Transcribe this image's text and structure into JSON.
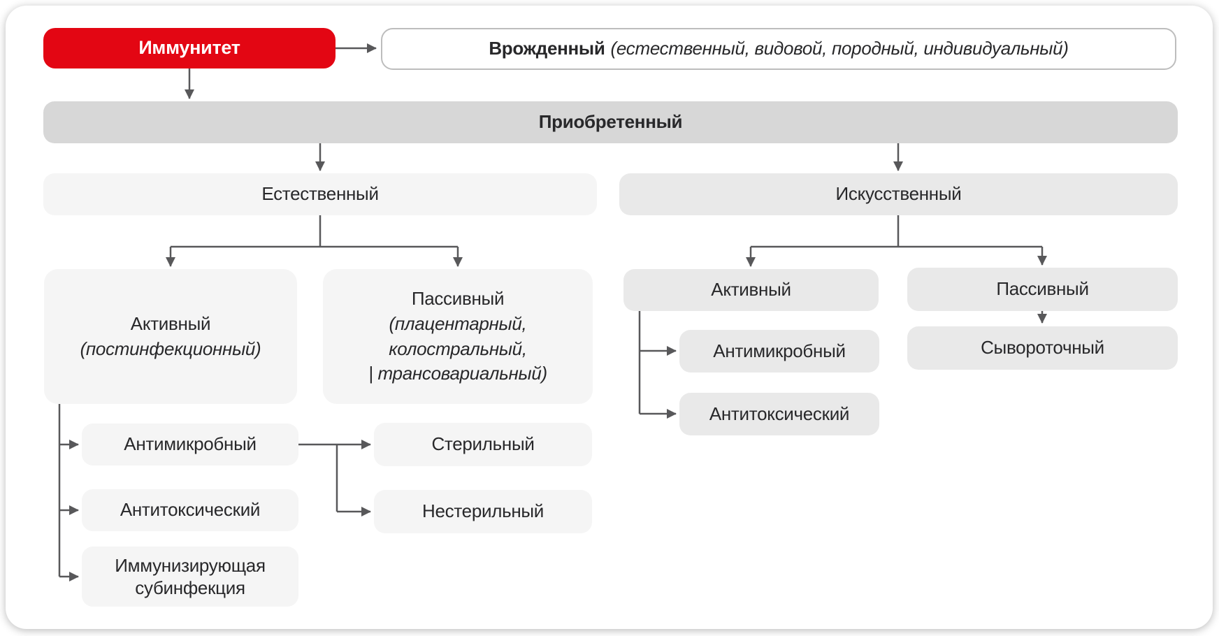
{
  "diagram": {
    "root": {
      "label": "Иммунитет"
    },
    "vrozhdenny": {
      "title": "Врожденный",
      "subtitle": "(естественный, видовой, породный, индивидуальный)"
    },
    "priobretenny": {
      "label": "Приобретенный"
    },
    "estestvenny": {
      "label": "Естественный"
    },
    "iskusstvenny": {
      "label": "Искусственный"
    },
    "nat_aktivny": {
      "line1": "Активный",
      "line2": "(постинфекционный)"
    },
    "nat_passivny": {
      "line1": "Пассивный",
      "line2": "(плацентарный,",
      "line3": "колостральный,",
      "line4": "| трансовариальный)"
    },
    "nat_antimikrobny": {
      "label": "Антимикробный"
    },
    "nat_antitoksichesky": {
      "label": "Антитоксический"
    },
    "immuniziruyushchaya": {
      "line1": "Иммунизирующая",
      "line2": "субинфекция"
    },
    "sterilny": {
      "label": "Стерильный"
    },
    "nesterilny": {
      "label": "Нестерильный"
    },
    "isk_aktivny": {
      "label": "Активный"
    },
    "isk_passivny": {
      "label": "Пассивный"
    },
    "isk_antimikrobny": {
      "label": "Антимикробный"
    },
    "isk_antitoksichesky": {
      "label": "Антитоксический"
    },
    "syvorotochny": {
      "label": "Сывороточный"
    }
  },
  "colors": {
    "accent_red": "#E30613",
    "bar_gray": "#D7D7D7",
    "light_node": "#F5F5F5",
    "mid_node": "#E9E9E9",
    "outline": "#BDBDBD",
    "connector": "#58585A",
    "text_dark": "#28282A",
    "text_light": "#FFFFFF"
  }
}
